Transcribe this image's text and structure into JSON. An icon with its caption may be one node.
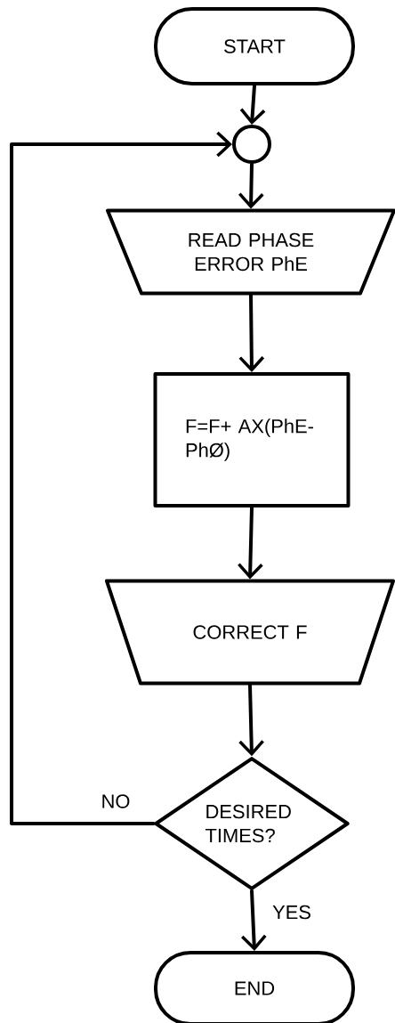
{
  "diagram": {
    "nodes": [
      {
        "text": [
          "START"
        ]
      },
      {
        "text": [],
        "shape": "circle"
      },
      {
        "text": [
          "READ PHASE ERROR PhE"
        ]
      },
      {
        "text": [
          "F=F+ AX(PhE-PhØ)"
        ]
      },
      {
        "text": [
          "CORRECT F"
        ]
      },
      {
        "text": [
          "DESIRED TIMES?"
        ]
      },
      {
        "text": [
          "END"
        ]
      }
    ],
    "edges": [
      {
        "from": 0,
        "to": 1,
        "arrow": "to"
      },
      {
        "from": 1,
        "to": 2,
        "arrow": "to"
      },
      {
        "from": 2,
        "to": 3,
        "arrow": "to"
      },
      {
        "from": 3,
        "to": 4,
        "arrow": "to"
      },
      {
        "from": 4,
        "to": 5,
        "arrow": "to"
      },
      {
        "from": 5,
        "to": 1,
        "arrow": "to",
        "label": "NO"
      },
      {
        "from": 5,
        "to": 6,
        "arrow": "to",
        "label": "YES"
      }
    ]
  }
}
